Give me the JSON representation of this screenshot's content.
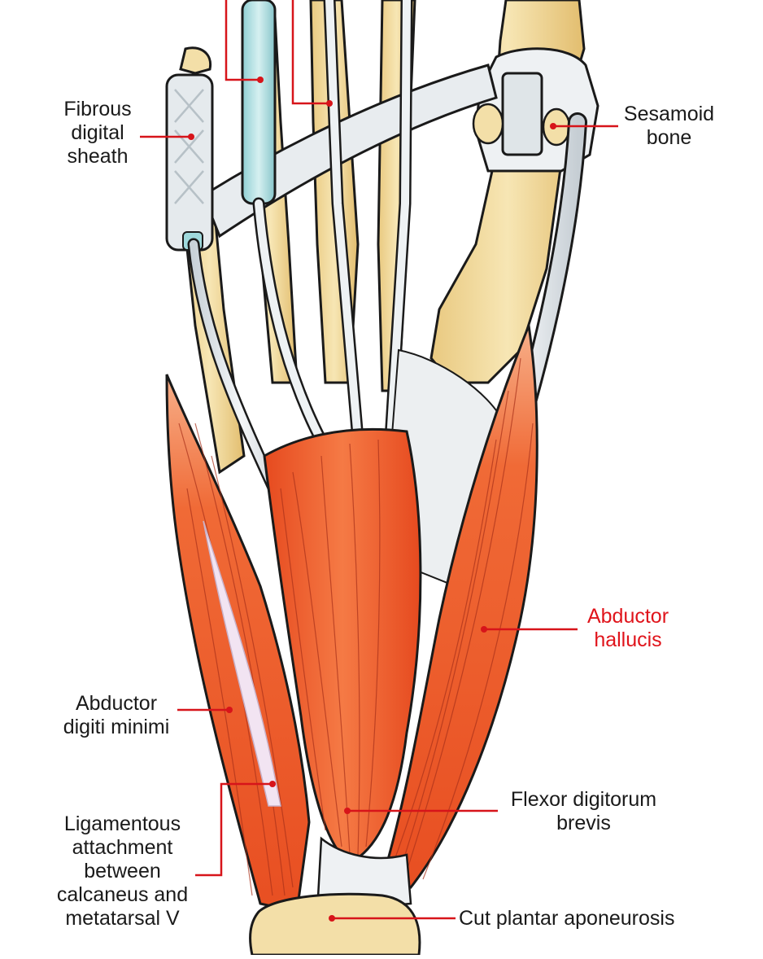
{
  "labels": {
    "fibrous_digital_sheath": [
      "Fibrous",
      "digital",
      "sheath"
    ],
    "sesamoid_bone": [
      "Sesamoid",
      "bone"
    ],
    "abductor_hallucis": [
      "Abductor",
      "hallucis"
    ],
    "abductor_digiti_minimi": [
      "Abductor",
      "digiti minimi"
    ],
    "flexor_digitorum_brevis": [
      "Flexor digitorum",
      "brevis"
    ],
    "ligamentous_attachment": [
      "Ligamentous",
      "attachment",
      "between",
      "calcaneus and",
      "metatarsal V"
    ],
    "cut_plantar_aponeurosis": "Cut plantar aponeurosis"
  },
  "colors": {
    "leader": "#d7141a",
    "highlight_label": "#e0141b",
    "muscle": "#ee5a2a",
    "muscle_light": "#f8935e",
    "bone": "#f0d89a",
    "tendon": "#e4e9ec",
    "sheath": "#9fd9dc",
    "outline": "#1a1a1a"
  }
}
